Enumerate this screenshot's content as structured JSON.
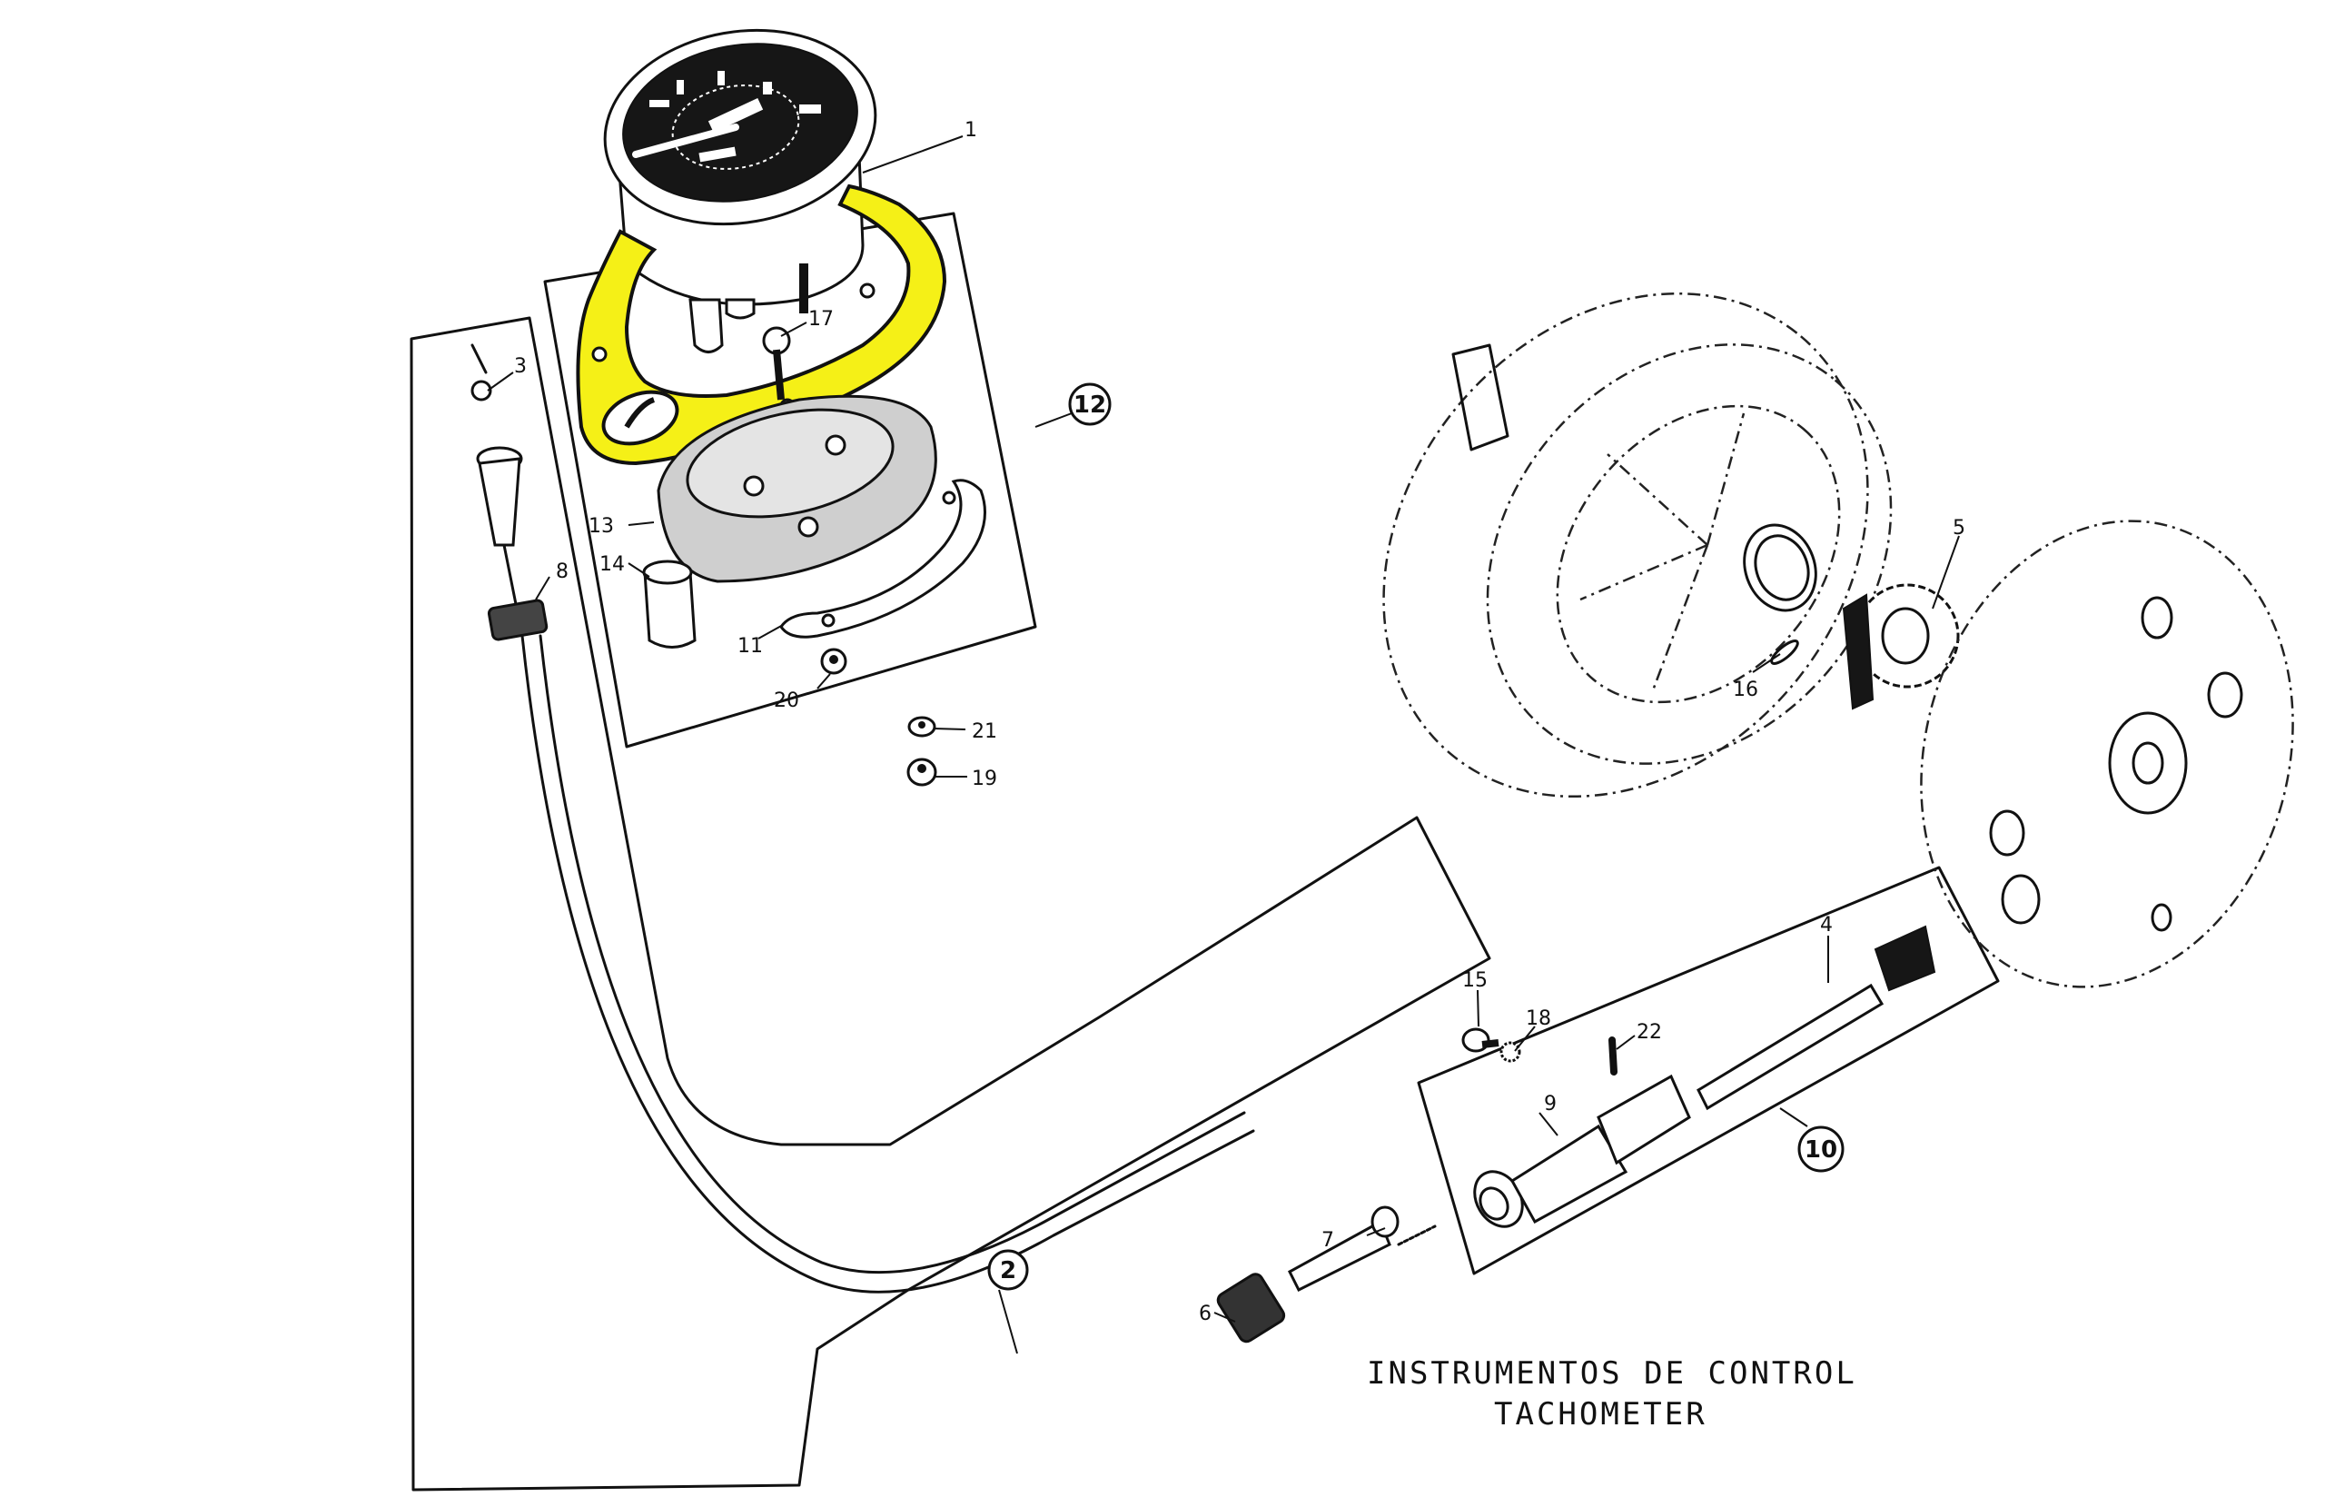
{
  "diagram": {
    "title_line1": "INSTRUMENTOS DE CONTROL",
    "title_line2": "TACHOMETER",
    "highlight_color": "#f5f017",
    "highlighted_part": "mounting-bracket",
    "part_labels": {
      "p1": "1",
      "p3": "3",
      "p4": "4",
      "p5": "5",
      "p6": "6",
      "p7": "7",
      "p8": "8",
      "p9": "9",
      "p11": "11",
      "p13": "13",
      "p14": "14",
      "p15": "15",
      "p16": "16",
      "p17": "17",
      "p18": "18",
      "p19": "19",
      "p20": "20",
      "p21": "21",
      "p22": "22"
    },
    "assembly_labels": {
      "a2": "2",
      "a10": "10",
      "a12": "12"
    }
  }
}
